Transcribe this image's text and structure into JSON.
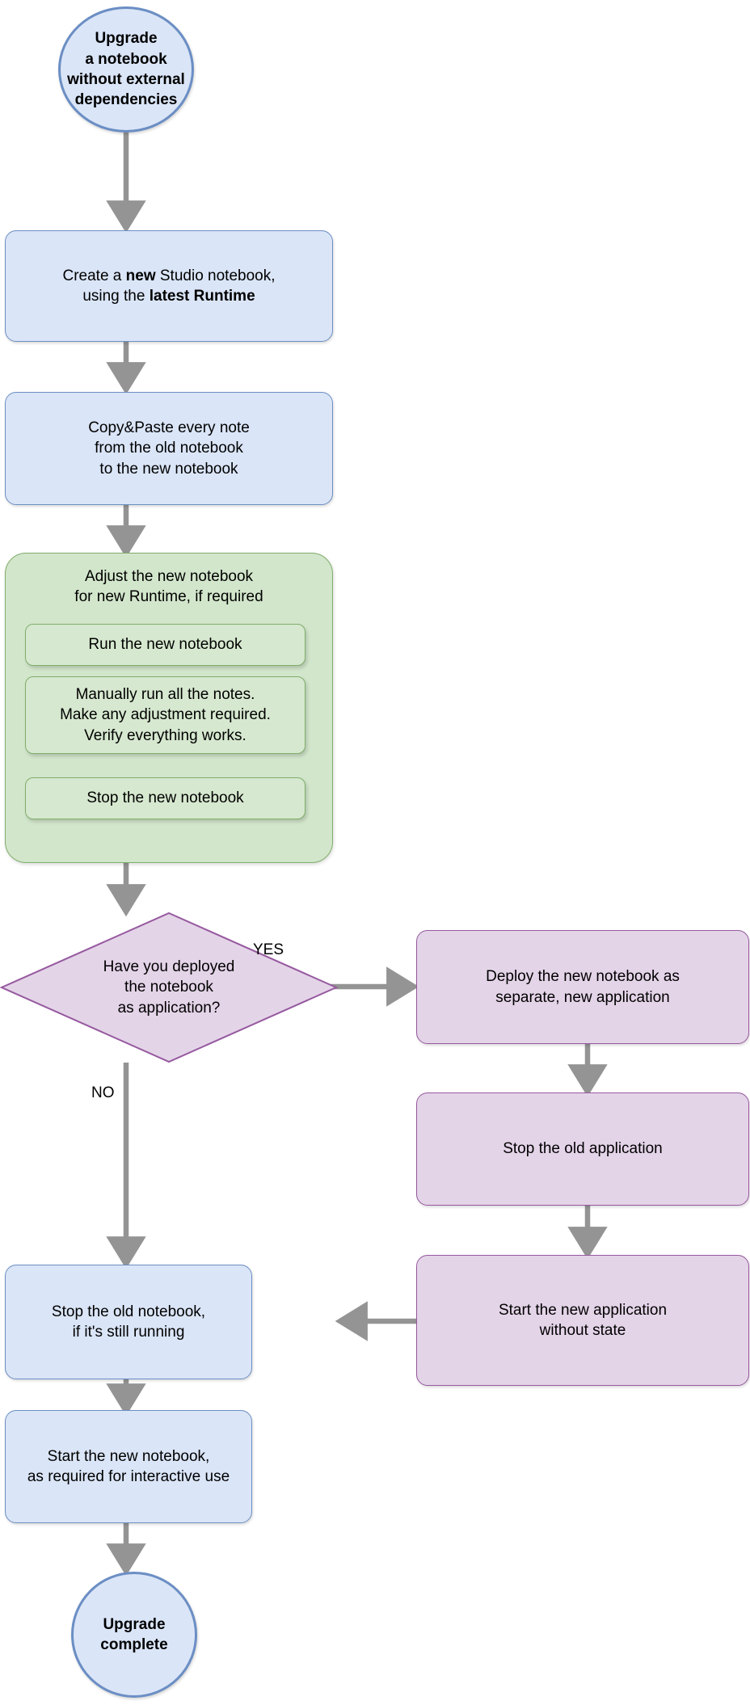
{
  "diagram": {
    "title": "Upgrade a notebook without external dependencies",
    "type": "flowchart",
    "colors": {
      "blue_fill": "#dae5f7",
      "blue_border": "#6b8ec4",
      "green_fill": "#d2e6cb",
      "green_sub_fill": "#d6e8cf",
      "green_border": "#7fae6b",
      "purple_fill": "#e4d4e8",
      "purple_border": "#96599f",
      "arrow": "#949494",
      "text": "#000000",
      "background": "#ffffff"
    }
  },
  "nodes": {
    "start": {
      "shape": "circle",
      "lines": [
        "Upgrade",
        "a notebook",
        "without external",
        "dependencies"
      ]
    },
    "create_notebook": {
      "shape": "rounded-rect",
      "line1_pre": "Create a ",
      "line1_bold": "new",
      "line1_post": " Studio notebook,",
      "line2_pre": "using the ",
      "line2_bold": "latest Runtime"
    },
    "copy_paste": {
      "shape": "rounded-rect",
      "lines": [
        "Copy&Paste every note",
        "from the old notebook",
        "to the new notebook"
      ]
    },
    "adjust_group": {
      "shape": "group",
      "title_lines": [
        "Adjust the new notebook",
        "for new Runtime, if required"
      ],
      "steps": [
        {
          "label": "Run the new notebook"
        },
        {
          "lines": [
            "Manually run all the notes.",
            "Make any adjustment required.",
            "Verify everything works."
          ]
        },
        {
          "label": "Stop the new notebook"
        }
      ]
    },
    "decision": {
      "shape": "diamond",
      "lines": [
        "Have you deployed",
        "the notebook",
        "as application?"
      ],
      "yes_label": "YES",
      "no_label": "NO"
    },
    "deploy_app": {
      "shape": "rounded-rect",
      "lines": [
        "Deploy the new notebook as",
        "separate, new application"
      ]
    },
    "stop_old_app": {
      "shape": "rounded-rect",
      "lines": [
        "Stop the old application"
      ]
    },
    "start_new_app": {
      "shape": "rounded-rect",
      "lines": [
        "Start the new application",
        "without state"
      ]
    },
    "stop_old_notebook": {
      "shape": "rounded-rect",
      "lines": [
        "Stop the old notebook,",
        "if it's still running"
      ]
    },
    "start_new_notebook": {
      "shape": "rounded-rect",
      "lines": [
        "Start the new notebook,",
        "as required for interactive use"
      ]
    },
    "end": {
      "shape": "circle",
      "lines": [
        "Upgrade",
        "complete"
      ]
    }
  }
}
